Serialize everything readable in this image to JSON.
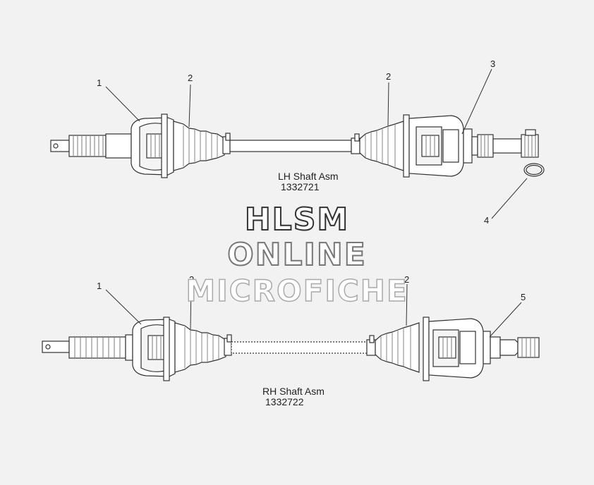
{
  "diagram": {
    "lh_assembly": {
      "name": "LH Shaft Asm",
      "part_number": "1332721"
    },
    "rh_assembly": {
      "name": "RH Shaft Asm",
      "part_number": "1332722"
    },
    "callouts": {
      "lh_1": "1",
      "lh_2_left": "2",
      "lh_2_right": "2",
      "lh_3": "3",
      "lh_4": "4",
      "rh_1": "1",
      "rh_2_left": "2",
      "rh_2_right": "2",
      "rh_5": "5"
    }
  },
  "watermark": {
    "line1": "HLSM",
    "line2": "ONLINE",
    "line3": "MICROFICHE"
  }
}
